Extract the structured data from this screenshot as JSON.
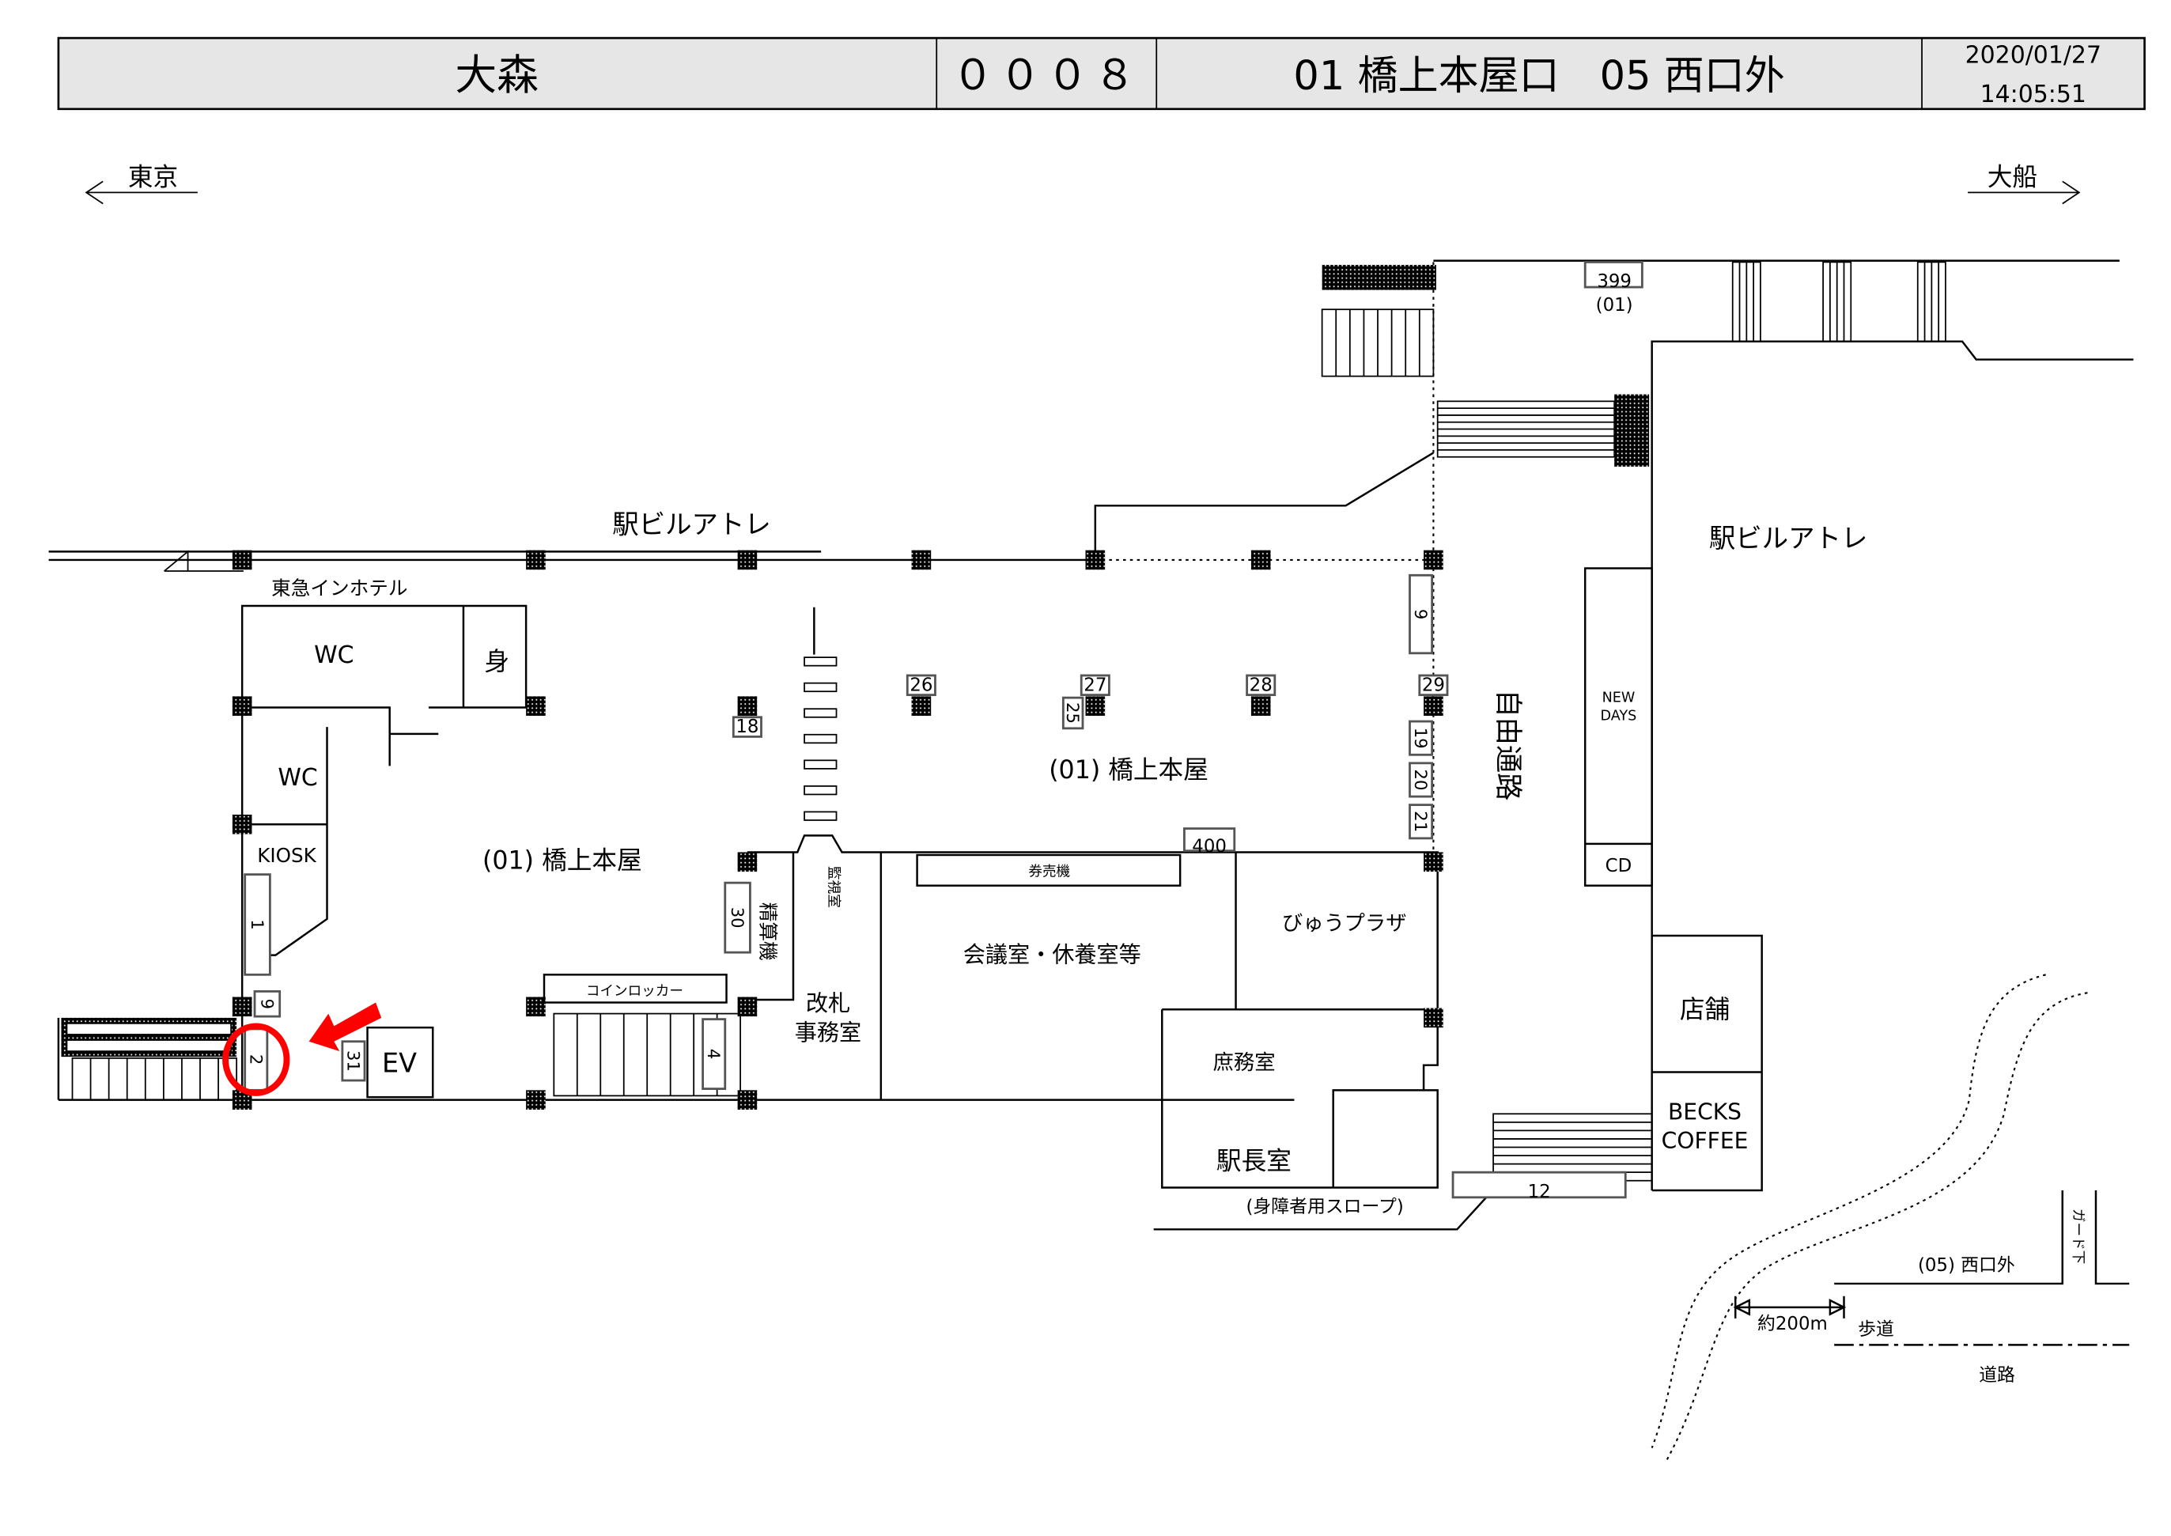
{
  "header": {
    "station": "大森",
    "code": "０００８",
    "exits": "01 橋上本屋口　05 西口外",
    "date": "2020/01/27",
    "time": "14:05:51"
  },
  "directions": {
    "left": "東京",
    "right": "大船"
  },
  "labels": {
    "atre_top": "駅ビルアトレ",
    "atre_right": "駅ビルアトレ",
    "tokyu_inn": "東急インホテル",
    "wc1": "WC",
    "wc2": "WC",
    "disabled_wc": "身",
    "kiosk": "KIOSK",
    "main_hall_left": "(01) 橋上本屋",
    "main_hall_right": "(01) 橋上本屋",
    "coin_locker": "コインロッカー",
    "ev": "EV",
    "fare_adjust": "精算機",
    "monitor_room": "監視室",
    "gate_office_1": "改札",
    "gate_office_2": "事務室",
    "ticket_machines": "券売機",
    "meeting_room": "会議室・休養室等",
    "view_plaza": "びゅうプラザ",
    "general_affairs": "庶務室",
    "station_master": "駅長室",
    "slope": "(身障者用スロープ)",
    "free_passage": "自由通路",
    "new_days_1": "NEW",
    "new_days_2": "DAYS",
    "cd": "CD",
    "shop": "店舗",
    "becks_1": "BECKS",
    "becks_2": "COFFEE",
    "upper_exit": "(01)",
    "west_exit": "(05) 西口外",
    "guard": "ガード下",
    "distance": "約200m",
    "sidewalk": "歩道",
    "road": "道路"
  },
  "boxes": {
    "b399": "399",
    "b400": "400",
    "b12": "12",
    "b18": "18",
    "b26": "26",
    "b27": "27",
    "b28": "28",
    "b29": "29",
    "b25": "25",
    "b9a": "9",
    "b19": "19",
    "b20": "20",
    "b21": "21",
    "b1": "1",
    "b9b": "9",
    "b2": "2",
    "b31": "31",
    "b4": "4",
    "b30": "30"
  },
  "highlight": {
    "target": "2",
    "color": "#ff0000"
  }
}
